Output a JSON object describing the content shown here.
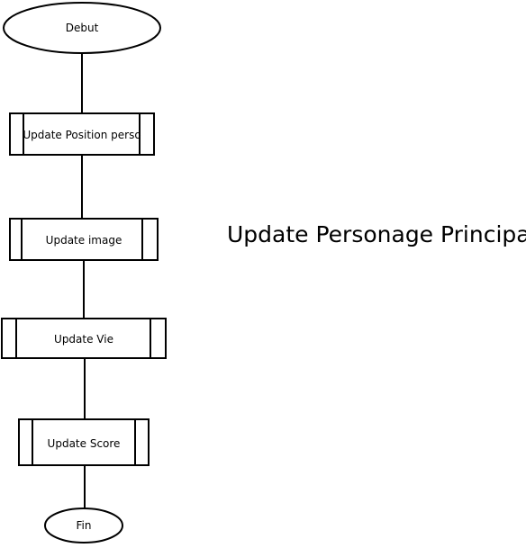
{
  "title": "Update Personage Principale",
  "nodes": {
    "start": "Debut",
    "update_position": "Update Position perso",
    "update_image": "Update image",
    "update_vie": "Update Vie",
    "update_score": "Update Score",
    "end": "Fin"
  }
}
